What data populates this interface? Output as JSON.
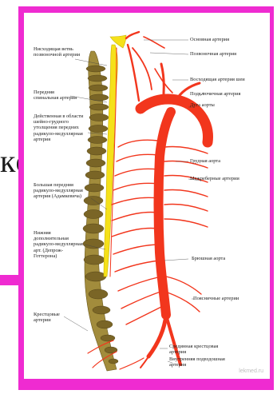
{
  "background": {
    "text_comma": ",",
    "text_ksy": "ксы"
  },
  "colors": {
    "frame": "#ef2bd1",
    "artery": "#f2361d",
    "spine_bone": "#a28c3c",
    "spinal_cord": "#f5e11a"
  },
  "labels": {
    "left": [
      "Нисходящая ветвь позвоночной артерии",
      "Передняя спинальная артерия",
      "Действенная в области шейно-грудного утолщения передних радикуло-медуллярная артерия",
      "Большая передняя радикуло-медуллярная артерия (Адамкевича)",
      "Нижняя дополнительная радикуло-медуллярная арт. (Депрож-Готтерона)",
      "Крестцовые артерии"
    ],
    "right": [
      "Основная артерия",
      "Позвоночная артерия",
      "Восходящая артерия шеи",
      "Подключичная артерия",
      "Дуга аорты",
      "Грудная аорта",
      "Межреберные артерии",
      "Брюшная аорта",
      "Поясничные артерии",
      "Срединная крестцовая артерия",
      "Внутренняя подвздошная артерия"
    ]
  },
  "watermark": "lekmed.ru"
}
